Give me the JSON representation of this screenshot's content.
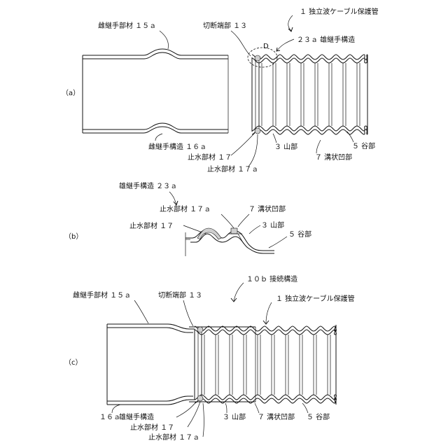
{
  "figures": {
    "a": {
      "label": "（a）",
      "labels": {
        "female_joint_15a": "雌継手部材 １５ａ",
        "cut_end_13": "切断端部 １３",
        "pipe_1": "１ 独立波ケーブル保護管",
        "detail_d": "D",
        "male_joint_23a": "２３ａ 雄継手構造",
        "male_joint_16a": "雌継手構造 １６ａ",
        "seal_17": "止水部材 １７",
        "seal_17a": "止水部材 １７ａ",
        "crest_3": "３ 山部",
        "groove_7": "７ 溝状凹部",
        "valley_5": "５ 谷部"
      }
    },
    "b": {
      "label": "（b）",
      "labels": {
        "male_joint_23a": "雄継手構造 ２３ａ",
        "seal_17a": "止水部材 １７ａ",
        "groove_7": "７ 溝状凹部",
        "seal_17": "止水部材 １７",
        "crest_3": "３ 山部",
        "valley_5": "５ 谷部"
      }
    },
    "c": {
      "label": "（c）",
      "labels": {
        "connection_10b": "１０ｂ 接続構造",
        "female_joint_15a": "雌継手部材 １５ａ",
        "cut_end_13": "切断端部 １３",
        "pipe_1": "１ 独立波ケーブル保護管",
        "joint_16a": "１６ａ",
        "male_joint_label": "雄継手構造",
        "seal_17": "止水部材 １７",
        "seal_17a": "止水部材 １７ａ",
        "crest_3": "３ 山部",
        "groove_7": "７ 溝状凹部",
        "valley_5": "５ 谷部"
      }
    }
  }
}
